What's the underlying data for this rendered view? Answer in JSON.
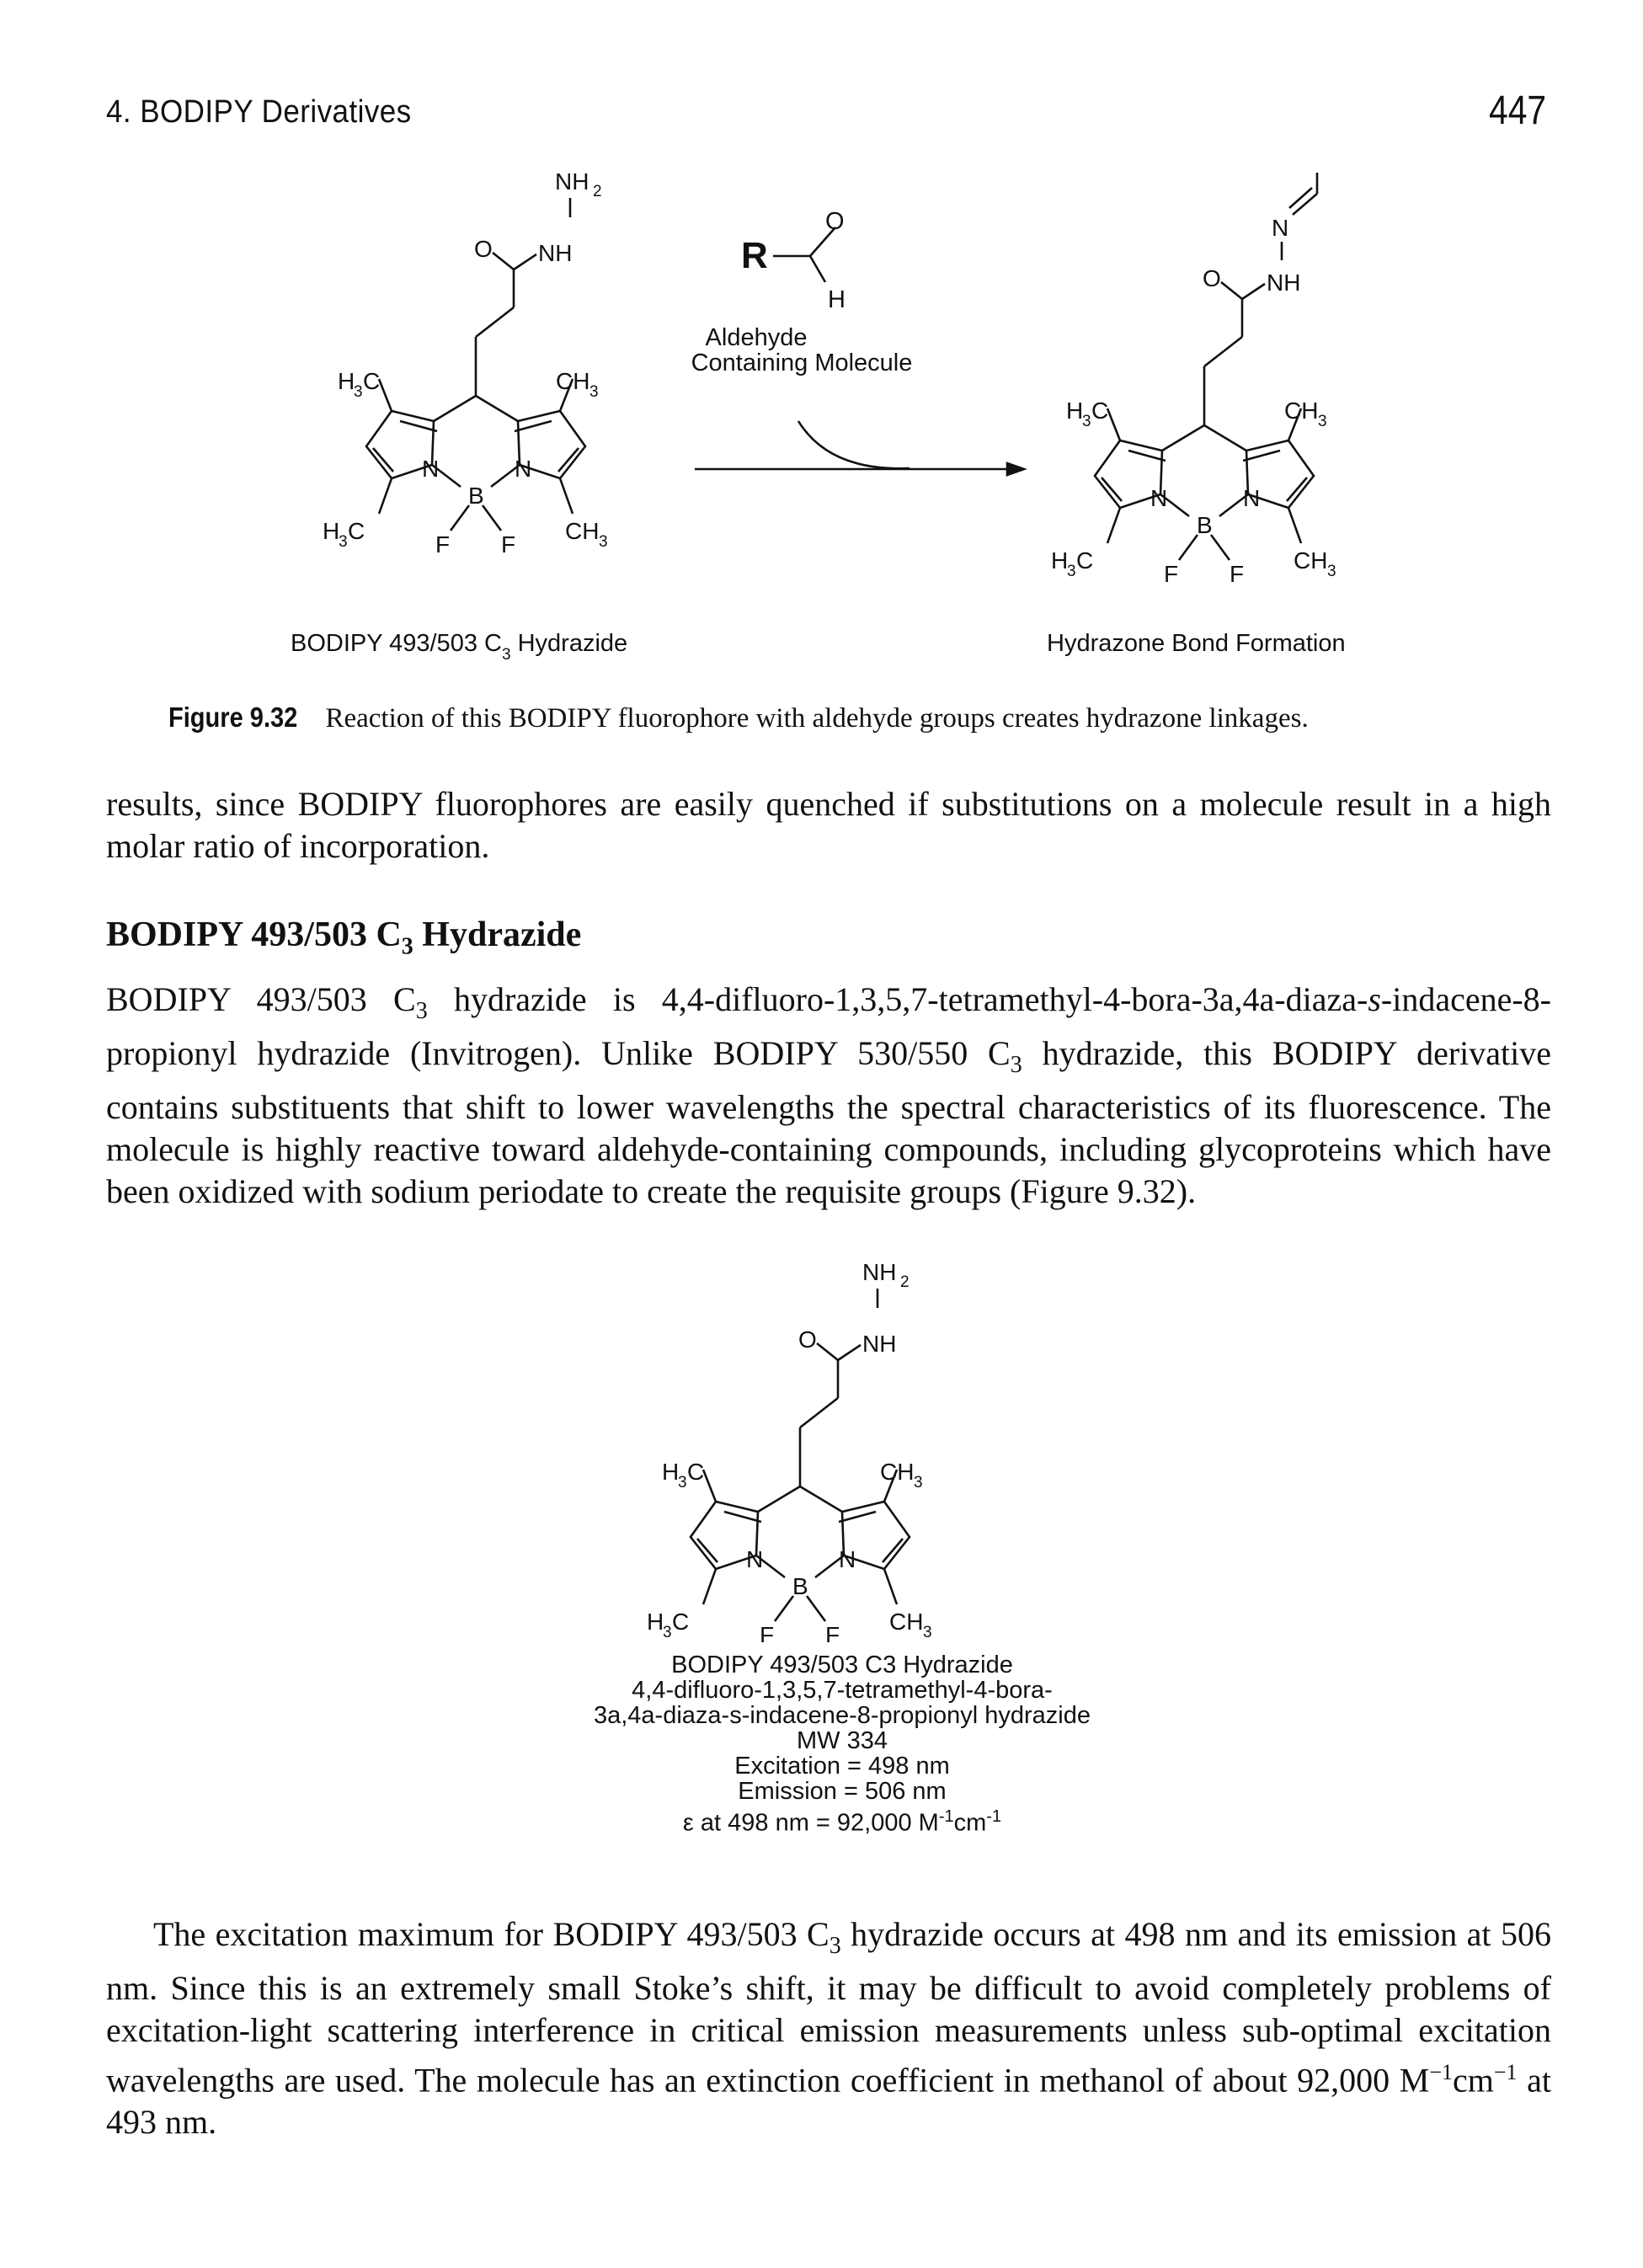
{
  "header": {
    "chapter": "4. BODIPY Derivatives",
    "page_number": "447"
  },
  "figure": {
    "reagent_R": "R",
    "reagent_O": "O",
    "reagent_H": "H",
    "reagent_label_line1": "Aldehyde",
    "reagent_label_line2": "Containing Molecule",
    "left_label": "BODIPY 493/503 C",
    "left_label_sub": "3",
    "left_label_tail": " Hydrazide",
    "right_label": "Hydrazone Bond Formation",
    "caption_label": "Figure 9.32",
    "caption_text": "Reaction of this BODIPY fluorophore with aldehyde groups creates hydrazone linkages."
  },
  "body": {
    "para1": "results, since BODIPY fluorophores are easily quenched if substitutions on a molecule result in a high molar ratio of incorporation.",
    "heading": "BODIPY 493/503 C",
    "heading_sub": "3",
    "heading_tail": " Hydrazide",
    "para2_a": "BODIPY 493/503 C",
    "para2_sub1": "3",
    "para2_b": " hydrazide is 4,4-difluoro-1,3,5,7-tetramethyl-4-bora-3a,4a-diaza-",
    "para2_italic": "s",
    "para2_c": "-indacene-8-propionyl hydrazide (Invitrogen). Unlike BODIPY 530/550 C",
    "para2_sub2": "3",
    "para2_d": " hydrazide, this BODIPY derivative contains substituents that shift to lower wavelengths the spectral characteristics of its fluorescence. The molecule is highly reactive toward aldehyde-containing compounds, including glycoproteins which have been oxidized with sodium periodate to create the requisite groups (Figure 9.32).",
    "para3_a": "The excitation maximum for BODIPY 493/503 C",
    "para3_sub": "3",
    "para3_b": " hydrazide occurs at 498 nm and its emission at 506 nm. Since this is an extremely small Stoke’s shift, it may be difficult to avoid completely problems of excitation-light scattering interference in critical emission measurements unless sub-optimal excitation wavelengths are used. The molecule has an extinction coefficient in methanol of about 92,000 M",
    "para3_sup1": "−1",
    "para3_c": "cm",
    "para3_sup2": "−1",
    "para3_d": " at 493 nm."
  },
  "compound_info": {
    "name": "BODIPY 493/503 C3 Hydrazide",
    "iupac_line1": "4,4-difluoro-1,3,5,7-tetramethyl-4-bora-",
    "iupac_line2": "3a,4a-diaza-s-indacene-8-propionyl hydrazide",
    "mw": "MW 334",
    "excitation": "Excitation = 498 nm",
    "emission": "Emission = 506 nm",
    "epsilon_a": "ε at 498 nm = 92,000 M",
    "epsilon_sup1": "-1",
    "epsilon_b": "cm",
    "epsilon_sup2": "-1"
  }
}
